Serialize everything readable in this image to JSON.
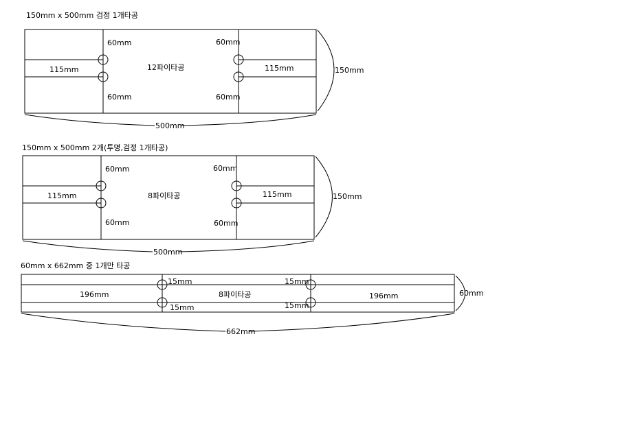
{
  "panels": [
    {
      "title": "150mm x 500mm 검정 1개타공",
      "center_label": "12파이타공",
      "width_label": "500mm",
      "height_label": "150mm",
      "left_label": "115mm",
      "right_label": "115mm",
      "hole_labels": [
        "60mm",
        "60mm",
        "60mm",
        "60mm"
      ]
    },
    {
      "title": "150mm x 500mm 2개(투명,검정 1개타공)",
      "center_label": "8파이타공",
      "width_label": "500mm",
      "height_label": "150mm",
      "left_label": "115mm",
      "right_label": "115mm",
      "hole_labels": [
        "60mm",
        "60mm",
        "60mm",
        "60mm"
      ]
    },
    {
      "title": "60mm x 662mm 중 1개만 타공",
      "center_label": "8파이타공",
      "width_label": "662mm",
      "height_label": "60mm",
      "left_label": "196mm",
      "right_label": "196mm",
      "hole_labels": [
        "15mm",
        "15mm",
        "15mm",
        "15mm"
      ]
    }
  ]
}
